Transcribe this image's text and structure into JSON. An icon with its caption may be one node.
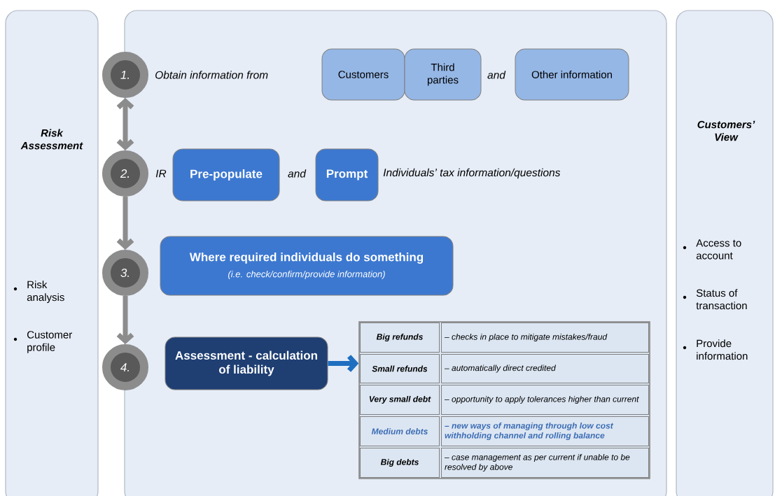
{
  "diagram": {
    "nodes": [
      {
        "text": [
          "Risk Assessment",
          "Risk analysis",
          "Customer profile"
        ]
      },
      {
        "text": [],
        "shape": "box"
      },
      {
        "text": [
          "Customers’ View",
          "Access to account",
          "Status of transaction",
          "Provide information"
        ]
      },
      {
        "text": [
          "1."
        ],
        "in": 1
      },
      {
        "text": [
          "2."
        ],
        "in": 1
      },
      {
        "text": [
          "3."
        ],
        "in": 1
      },
      {
        "text": [
          "4."
        ],
        "in": 1
      },
      {
        "text": [
          "Customers"
        ],
        "in": 1
      },
      {
        "text": [
          "Third parties"
        ],
        "in": 1
      },
      {
        "text": [
          "Other information"
        ],
        "in": 1
      },
      {
        "text": [
          "Pre-populate"
        ],
        "in": 1
      },
      {
        "text": [
          "Prompt"
        ],
        "in": 1
      },
      {
        "text": [
          "Where required individuals do something",
          "(i.e. check/confirm/provide information)"
        ],
        "in": 1
      },
      {
        "text": [
          "Assessment  - calculation of liability"
        ],
        "in": 1
      },
      {
        "text": [],
        "shape": "box",
        "in": 1
      }
    ],
    "edges": [
      {
        "from": 3,
        "to": 4,
        "arrow": "both"
      },
      {
        "from": 4,
        "to": 5,
        "arrow": "to"
      },
      {
        "from": 5,
        "to": 6,
        "arrow": "to"
      },
      {
        "from": 13,
        "to": 14,
        "arrow": "to",
        "color": "#1f6fc0"
      }
    ],
    "labels": [
      "Obtain information from",
      "and",
      "IR",
      "and",
      "Individuals’ tax information/questions",
      "Big refunds",
      "– checks in place to mitigate mistakes/fraud",
      "Small refunds",
      "– automatically direct credited",
      "Very small debt",
      "– opportunity to apply tolerances higher than current",
      "Medium debts",
      "– new ways of managing through low cost withholding channel and rolling balance",
      "Big debts",
      "– case management as per current if unable to be resolved by above"
    ]
  }
}
